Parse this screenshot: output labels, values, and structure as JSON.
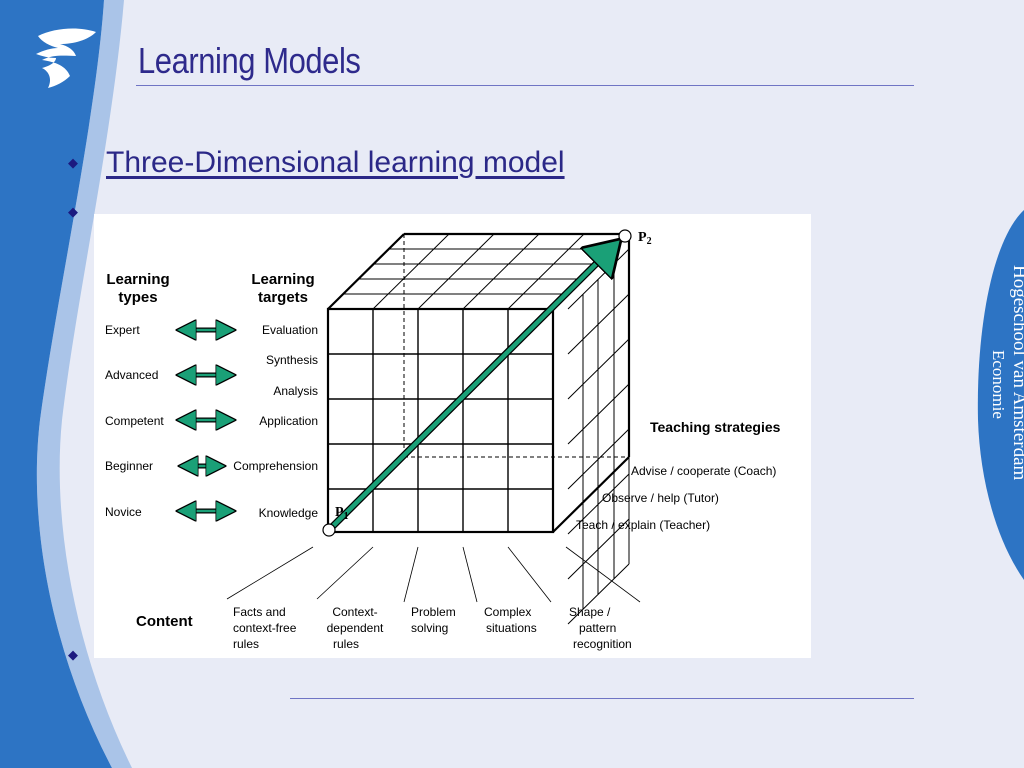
{
  "slide": {
    "title": "Learning Models",
    "heading": "Three-Dimensional learning model",
    "school_name": "Hogeschool van Amsterdam",
    "school_subtitle": "Economie"
  },
  "colors": {
    "accent_blue": "#2d74c4",
    "title": "#2e2a8c",
    "arrow_green": "#1aa077"
  },
  "diagram": {
    "learning_types_header": [
      "Learning",
      "types"
    ],
    "learning_targets_header": [
      "Learning",
      "targets"
    ],
    "learning_types": [
      "Expert",
      "Advanced",
      "Competent",
      "Beginner",
      "Novice"
    ],
    "learning_targets": [
      "Evaluation",
      "Synthesis",
      "Analysis",
      "Application",
      "Comprehension",
      "Knowledge"
    ],
    "teaching_header": "Teaching strategies",
    "teaching_strategies": [
      "Advise / cooperate (Coach)",
      "Observe / help (Tutor)",
      "Teach / explain (Teacher)"
    ],
    "content_header": "Content",
    "content_items": [
      [
        "Facts and",
        "context-free",
        "rules"
      ],
      [
        "Context-",
        "dependent",
        "rules"
      ],
      [
        "Problem",
        "solving"
      ],
      [
        "Complex",
        "situations"
      ],
      [
        "Shape /",
        "pattern",
        "recognition"
      ]
    ],
    "p1_label": "P",
    "p1_sub": "1",
    "p2_label": "P",
    "p2_sub": "2"
  }
}
